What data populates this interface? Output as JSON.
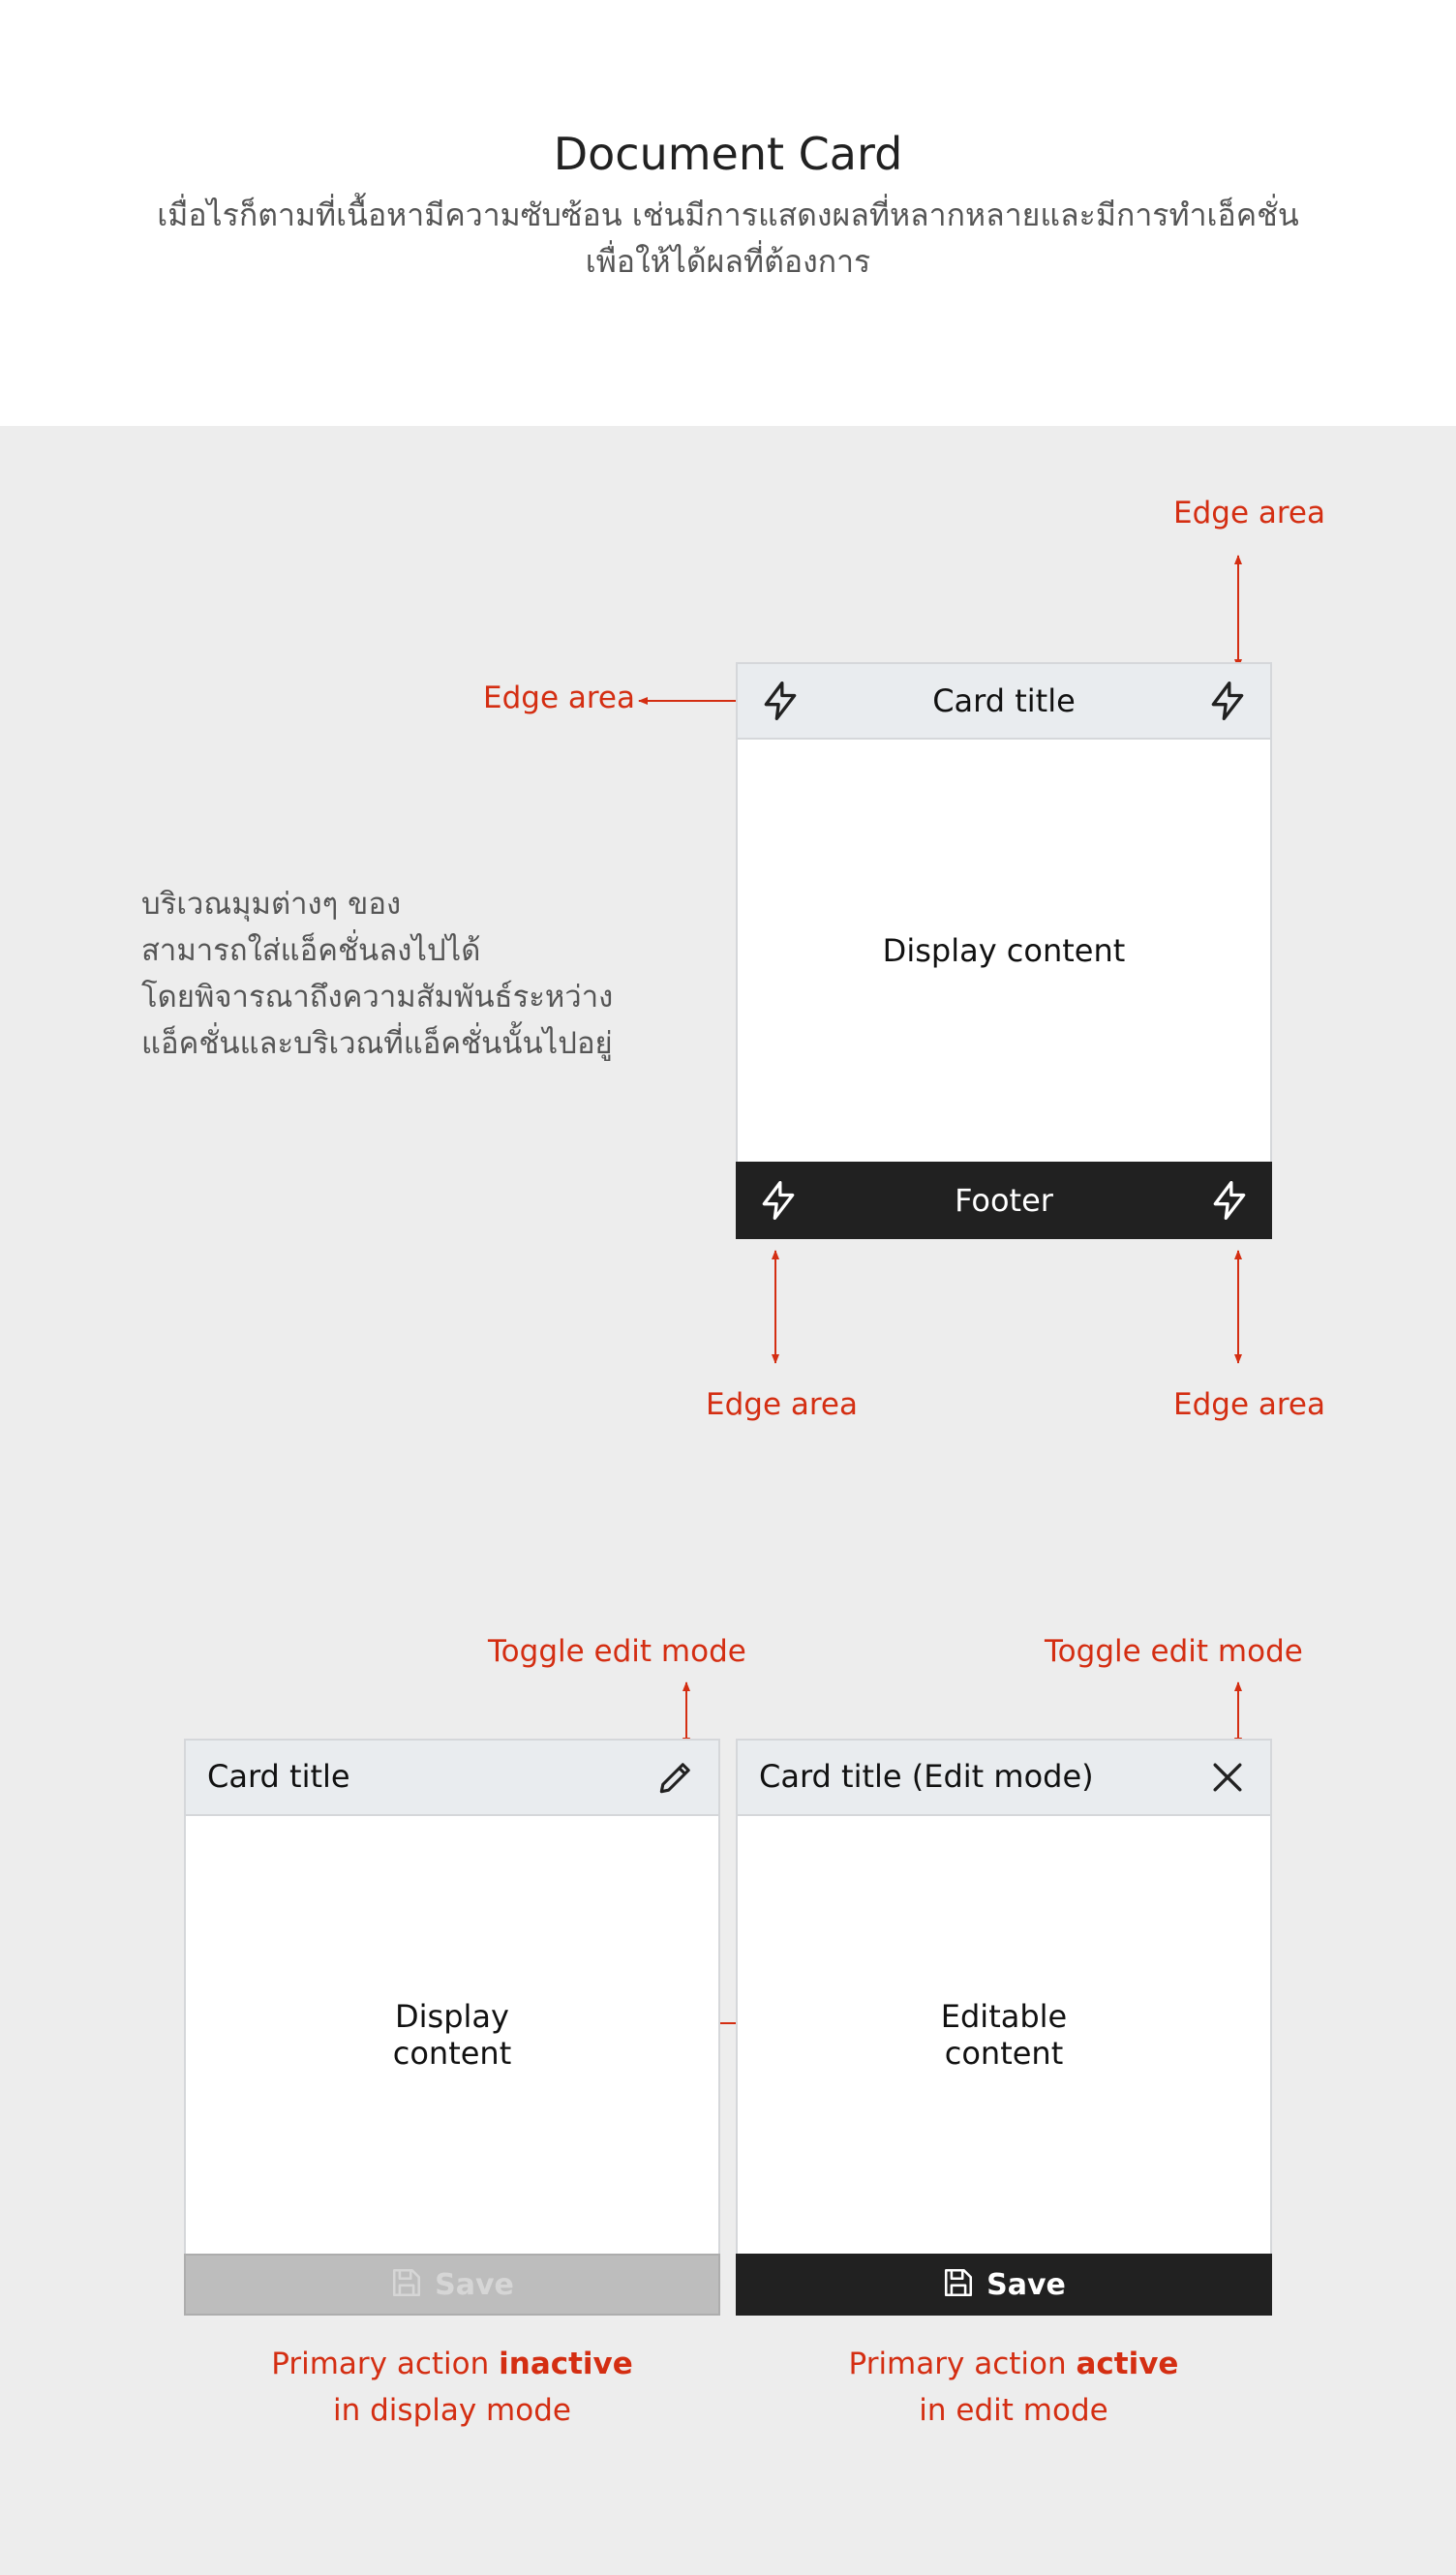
{
  "header": {
    "title": "Document Card",
    "subtitle_line1": "เมื่อไรก็ตามที่เนื้อหามีความซับซ้อน เช่นมีการแสดงผลที่หลากหลายและมีการทำเอ็คชั่น",
    "subtitle_line2": "เพื่อให้ได้ผลที่ต้องการ"
  },
  "description": [
    "บริเวณมุมต่างๆ ของ",
    "สามารถใส่แอ็คชั่นลงไปได้",
    "โดยพิจารณาถึงความสัมพันธ์ระหว่าง",
    "แอ็คชั่นและบริเวณที่แอ็คชั่นนั้นไปอยู่"
  ],
  "diagram1": {
    "card_title": "Card title",
    "content": "Display content",
    "footer": "Footer",
    "edge_labels": {
      "top_right": "Edge area",
      "left": "Edge area",
      "bottom_left": "Edge area",
      "bottom_right": "Edge area"
    }
  },
  "diagram2": {
    "toggle_label_left": "Toggle edit mode",
    "toggle_label_right": "Toggle edit mode",
    "display_card": {
      "title": "Card title",
      "content_line1": "Display",
      "content_line2": "content",
      "save": "Save"
    },
    "edit_card": {
      "title": "Card title (Edit mode)",
      "content_line1": "Editable",
      "content_line2": "content",
      "save": "Save"
    },
    "caption_left": {
      "prefix": "Primary action ",
      "bold": "inactive",
      "line2": "in display mode"
    },
    "caption_right": {
      "prefix": "Primary action ",
      "bold": "active",
      "line2": "in edit mode"
    }
  },
  "colors": {
    "accent_red": "#d42e12",
    "card_header_bg": "#e9ecef",
    "footer_dark": "#212121",
    "footer_disabled": "#bdbdbd",
    "page_bg": "#ededed"
  },
  "icons": [
    "bolt-icon",
    "pencil-icon",
    "close-icon",
    "save-icon"
  ]
}
